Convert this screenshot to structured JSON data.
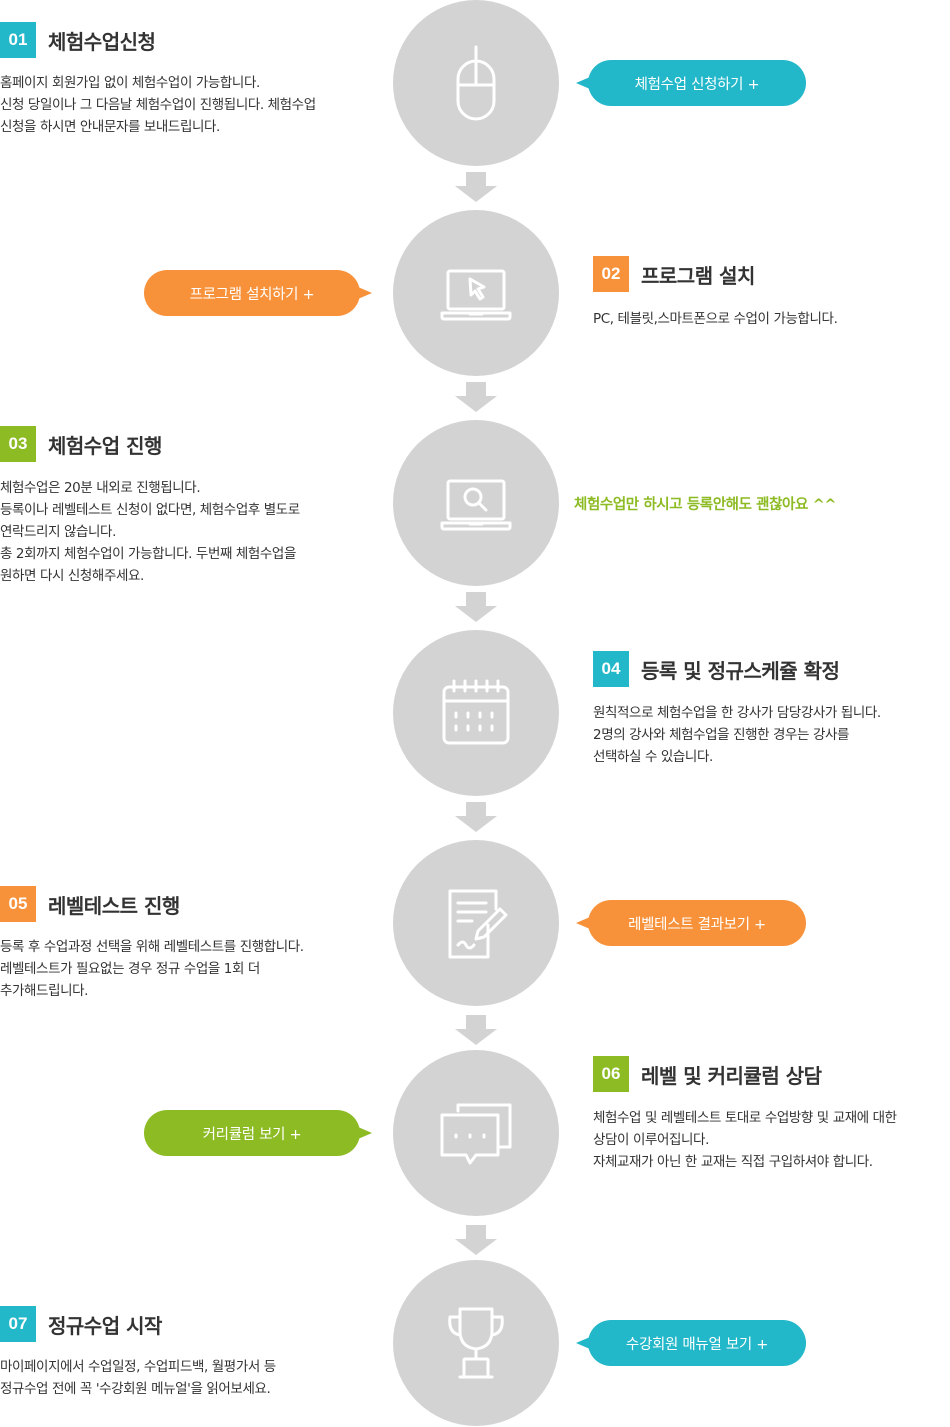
{
  "colors": {
    "teal": "#22b7c9",
    "orange": "#f8923a",
    "green": "#8dbb23",
    "circle": "#d3d3d3",
    "arrow": "#d3d3d3",
    "icon": "#ffffff"
  },
  "steps": [
    {
      "num": "01",
      "title": "체험수업신청",
      "desc": "홈페이지 회원가입 없이 체험수업이 가능합니다.\n신청 당일이나 그 다음날 체험수업이 진행됩니다.  체험수업\n신청을 하시면 안내문자를 보내드립니다.",
      "icon": "mouse-icon",
      "button": "체험수업 신청하기 +"
    },
    {
      "num": "02",
      "title": "프로그램 설치",
      "desc": "PC, 테블릿,스마트폰으로 수업이 가능합니다.",
      "icon": "laptop-cursor-icon",
      "button": "프로그램 설치하기 +"
    },
    {
      "num": "03",
      "title": "체험수업 진행",
      "desc": "체험수업은 20분 내외로 진행됩니다.\n등록이나 레벨테스트 신청이 없다면, 체험수업후 별도로\n연락드리지 않습니다.\n총 2회까지 체험수업이 가능합니다. 두번째 체험수업을\n원하면 다시 신청해주세요.",
      "icon": "laptop-search-icon",
      "note": "체험수업만 하시고 등록안해도 괜찮아요 ^^"
    },
    {
      "num": "04",
      "title": "등록 및 정규스케쥴 확정",
      "desc": "원칙적으로 체험수업을 한 강사가 담당강사가 됩니다.\n2명의 강사와 체험수업을 진행한 경우는 강사를\n선택하실 수 있습니다.",
      "icon": "calendar-icon"
    },
    {
      "num": "05",
      "title": "레벨테스트 진행",
      "desc": "등록 후 수업과정 선택을 위해 레벨테스트를 진행합니다.\n레벨테스트가 필요없는 경우 정규 수업을 1회 더\n추가해드립니다.",
      "icon": "document-pen-icon",
      "button": "레벨테스트 결과보기 +"
    },
    {
      "num": "06",
      "title": "레벨 및 커리큘럼 상담",
      "desc": "체험수업 및 레벨테스트 토대로 수업방향 및 교재에 대한\n상담이 이루어집니다.\n자체교재가 아닌 한 교재는 직접 구입하셔야 합니다.",
      "icon": "chat-bubbles-icon",
      "button": "커리큘럼 보기 +"
    },
    {
      "num": "07",
      "title": "정규수업 시작",
      "desc": "마이페이지에서 수업일정, 수업피드백, 월평가서 등\n정규수업 전에 꼭 '수강회원 메뉴얼'을 읽어보세요.",
      "icon": "trophy-icon",
      "button": "수강회원 매뉴얼 보기 +"
    }
  ]
}
